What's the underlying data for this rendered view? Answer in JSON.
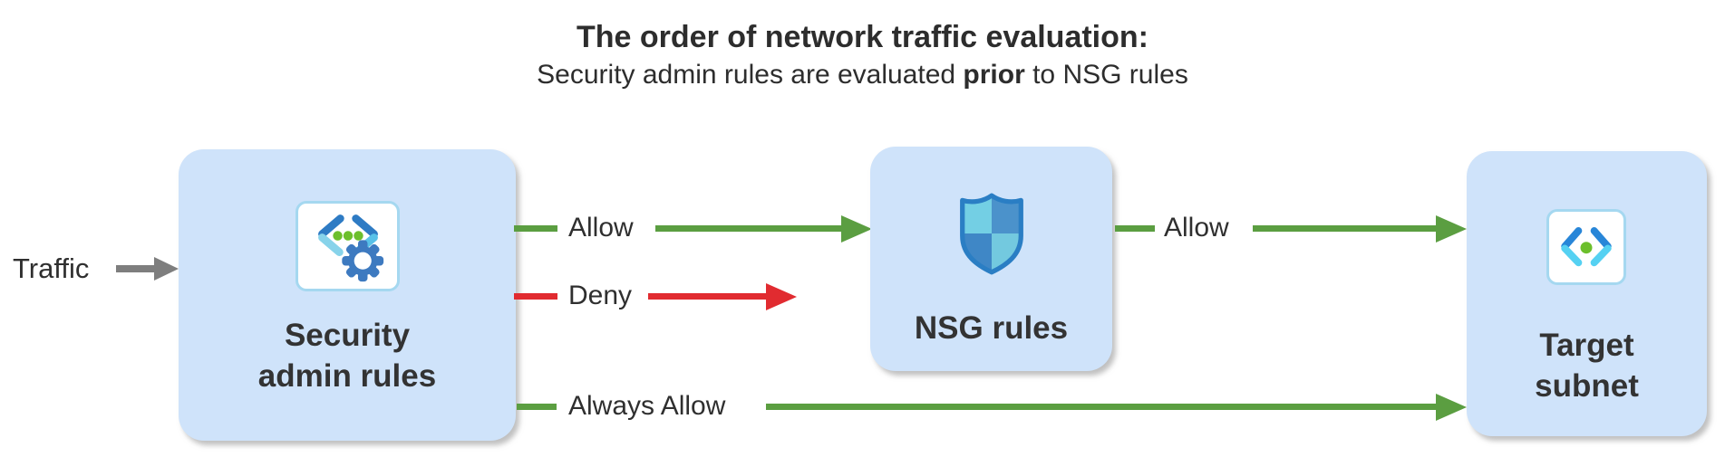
{
  "header": {
    "title": "The order of network traffic evaluation:",
    "subtitle_prefix": "Security admin rules are evaluated ",
    "subtitle_bold": "prior",
    "subtitle_suffix": " to NSG rules"
  },
  "traffic": {
    "label": "Traffic",
    "arrow_color": "#7e7e7e",
    "icon": "arrow-right-icon"
  },
  "nodes": {
    "security_admin": {
      "label_line1": "Security",
      "label_line2": "admin rules",
      "icon": "code-gear-icon"
    },
    "nsg": {
      "label": "NSG rules",
      "icon": "shield-icon"
    },
    "target": {
      "label_line1": "Target",
      "label_line2": "subnet",
      "icon": "code-dot-icon"
    }
  },
  "edges": {
    "allow_admin_to_nsg": {
      "label": "Allow",
      "color": "#5b9e41"
    },
    "deny": {
      "label": "Deny",
      "color": "#e12b30"
    },
    "allow_nsg_to_target": {
      "label": "Allow",
      "color": "#5b9e41"
    },
    "always_allow": {
      "label": "Always Allow",
      "color": "#5b9e41"
    }
  },
  "colors": {
    "box_fill": "#cfe3fa",
    "allow_green": "#5b9e41",
    "deny_red": "#e12b30",
    "traffic_gray": "#7e7e7e",
    "text": "#2f2f2f"
  }
}
